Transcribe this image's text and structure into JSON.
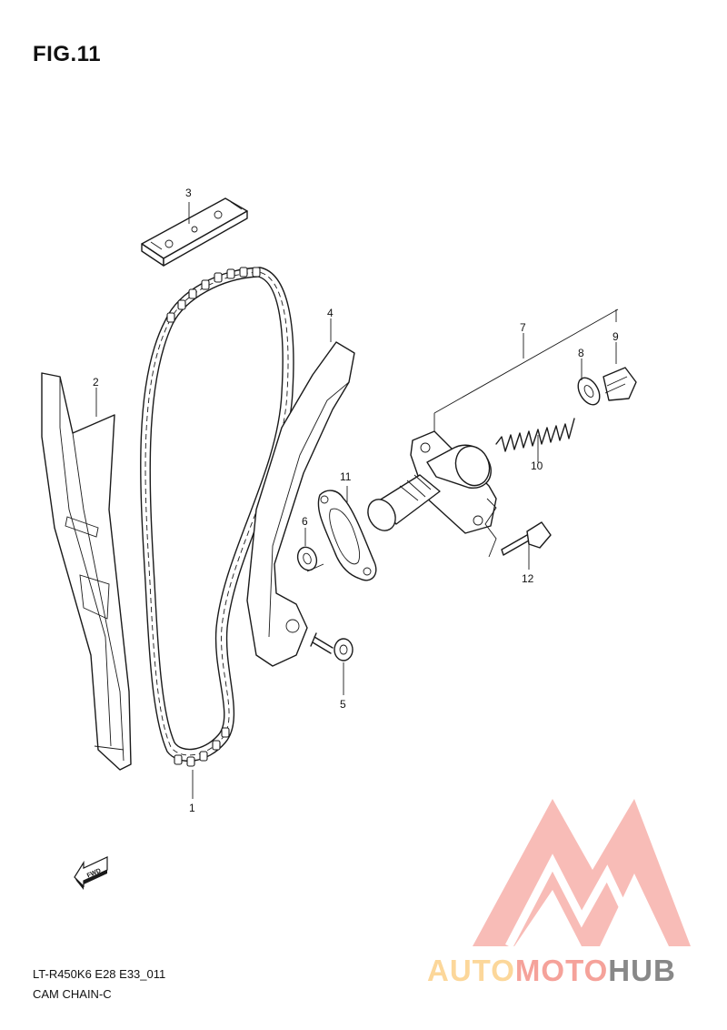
{
  "figure": {
    "title": "FIG.11"
  },
  "callouts": {
    "c1": "1",
    "c2": "2",
    "c3": "3",
    "c4": "4",
    "c5": "5",
    "c6": "6",
    "c7": "7",
    "c8": "8",
    "c9": "9",
    "c10": "10",
    "c11": "11",
    "c12": "12"
  },
  "fwd_label": "FWD",
  "footer": {
    "code": "LT-R450K6 E28 E33_011",
    "name": "CAM CHAIN-C"
  },
  "watermark": {
    "part1": "AUTO",
    "part2": "MOTO",
    "part3": "HUB",
    "colors": {
      "auto": "#fcd79a",
      "moto": "#f5a29a",
      "hub": "#888888",
      "logo": "#f28c8c"
    }
  },
  "icons": {
    "fwd_arrow": "fwd-arrow-icon",
    "logo": "triangle-m-logo"
  }
}
